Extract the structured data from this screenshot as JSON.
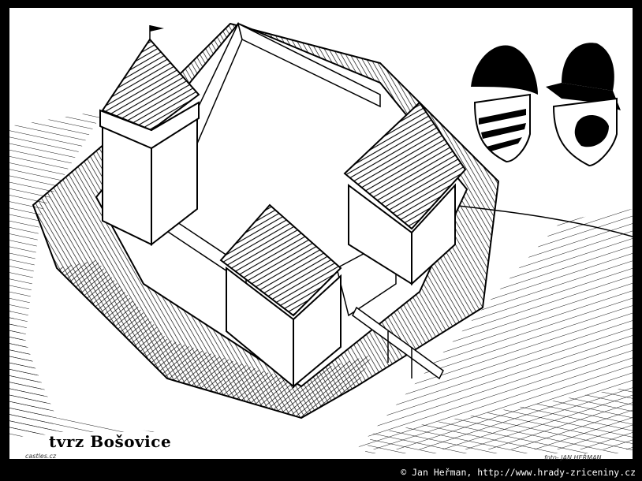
{
  "drawing": {
    "title": "tvrz Bošovice",
    "site_mark": "castles.cz",
    "author_mark": "foto- JAN HEŘMAN"
  },
  "footer": {
    "copyright": "© Jan Heřman, http://www.hrady-zriceniny.cz"
  },
  "colors": {
    "ink": "#000000",
    "paper": "#ffffff",
    "frame": "#000000"
  }
}
